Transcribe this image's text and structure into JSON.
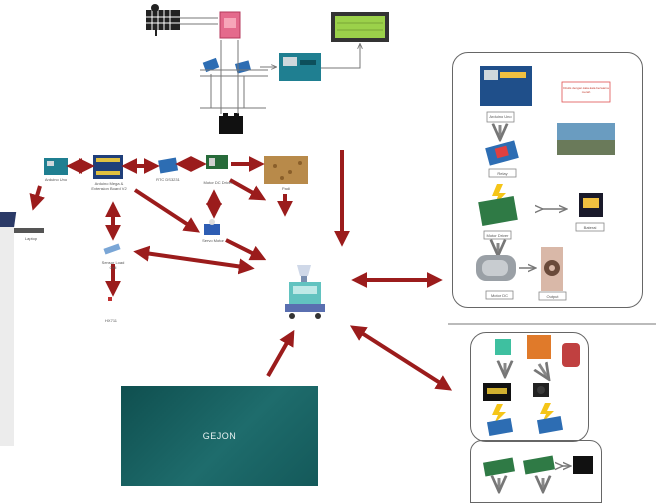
{
  "center": {
    "label": "GEJON"
  },
  "labels": {
    "laptop": "Laptop",
    "arduino_uno_small": "Arduino Uno",
    "main_board": "Arduino Mega & Extension Board V2",
    "rtc": "RTC DS3231",
    "motor_driver": "Motor DC Driver",
    "rice": "Padi",
    "servo": "Servo Motor",
    "sensor": "Sensor Load Cell",
    "hx711": "HX711",
    "right_arduino": "Arduino Uno",
    "right_relay": "Relay",
    "right_driver": "Motor Driver",
    "right_battery": "Baterai",
    "right_motor": "Motor DC",
    "right_output": "Output"
  },
  "notes": {
    "panel_note": "Ditulis dengan kata-kata berwarna merah"
  },
  "colors": {
    "arrow": "#9b1c1c",
    "gejon_bg": "#175e5f",
    "lcd": "#9bd14a",
    "board_blue": "#1f5f9a"
  }
}
